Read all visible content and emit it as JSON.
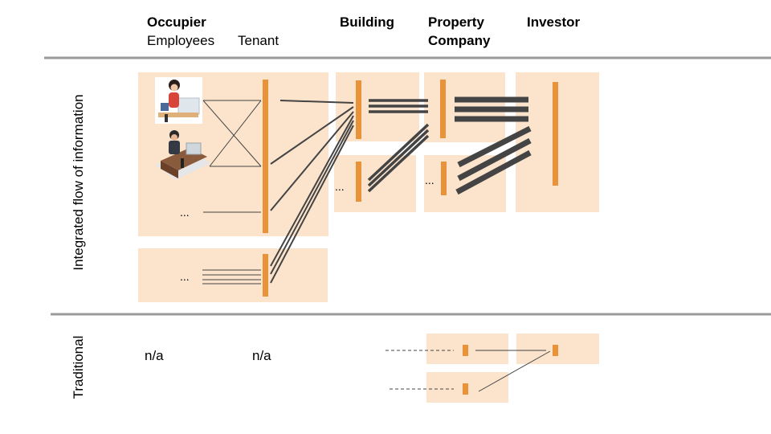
{
  "columns": {
    "occupier": "Occupier",
    "employees": "Employees",
    "tenant": "Tenant",
    "building": "Building",
    "property_company_line1": "Property",
    "property_company_line2": "Company",
    "investor": "Investor"
  },
  "rows": {
    "integrated": "Integrated flow of information",
    "traditional": "Traditional"
  },
  "traditional_cells": {
    "employees": "n/a",
    "tenant": "n/a"
  },
  "ellipsis": "...",
  "icons": [
    "woman-at-desk-icon",
    "man-at-desk-icon"
  ],
  "colors": {
    "box_fill": "#fce4cc",
    "bar": "#e8923a",
    "line": "#444444",
    "divider": "#9a9a9a"
  }
}
